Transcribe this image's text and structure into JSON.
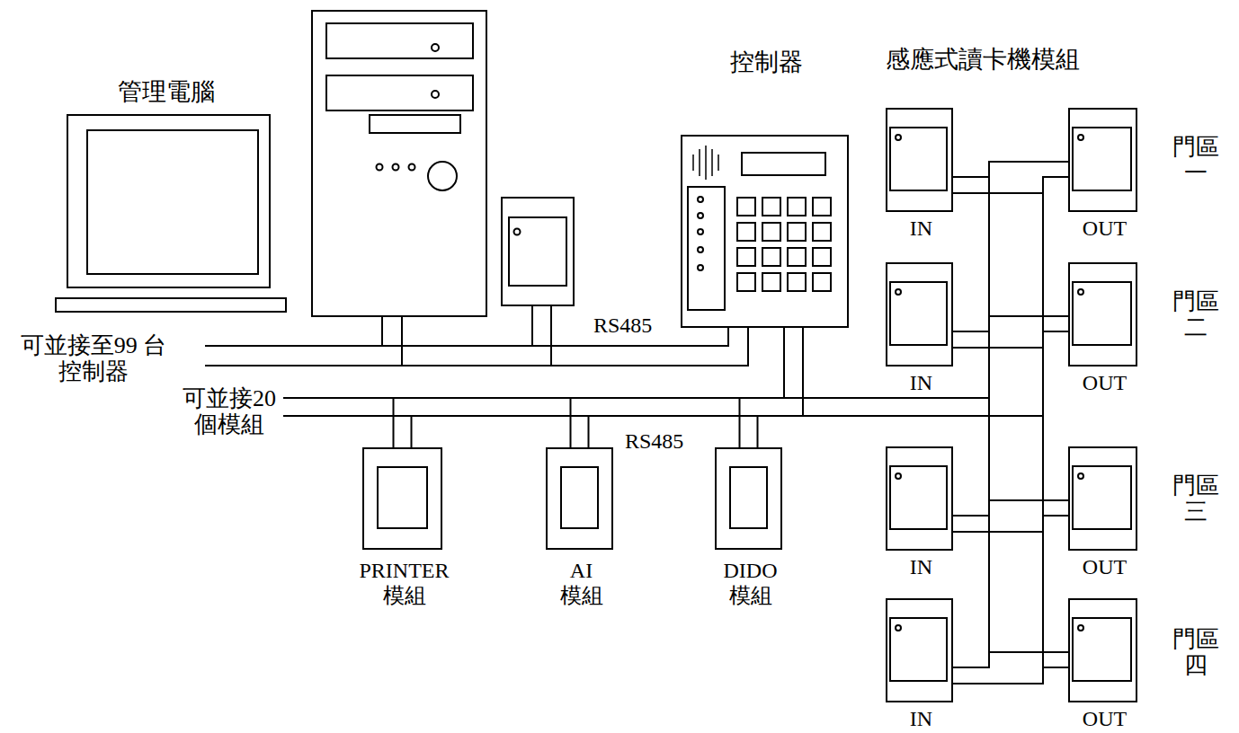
{
  "diagram": {
    "nodes": [
      {
        "text": [
          "管理電腦"
        ]
      },
      {
        "text": [
          "控制器"
        ]
      },
      {
        "text": [
          "IN"
        ]
      },
      {
        "text": [
          "OUT"
        ]
      },
      {
        "text": [
          "IN"
        ]
      },
      {
        "text": [
          "OUT"
        ]
      },
      {
        "text": [
          "IN"
        ]
      },
      {
        "text": [
          "OUT"
        ]
      },
      {
        "text": [
          "IN"
        ]
      },
      {
        "text": [
          "OUT"
        ]
      },
      {
        "text": [
          "PRINTER 模組"
        ]
      },
      {
        "text": [
          "AI 模組"
        ]
      },
      {
        "text": [
          "DIDO 模組"
        ]
      }
    ],
    "edges": [
      {
        "from": 0,
        "to": 1,
        "arrow": "none"
      },
      {
        "from": 1,
        "to": 2,
        "arrow": "none"
      },
      {
        "from": 1,
        "to": 3,
        "arrow": "none"
      },
      {
        "from": 1,
        "to": 4,
        "arrow": "none"
      },
      {
        "from": 1,
        "to": 5,
        "arrow": "none"
      },
      {
        "from": 1,
        "to": 6,
        "arrow": "none"
      },
      {
        "from": 1,
        "to": 7,
        "arrow": "none"
      },
      {
        "from": 1,
        "to": 8,
        "arrow": "none"
      },
      {
        "from": 1,
        "to": 9,
        "arrow": "none"
      },
      {
        "from": 1,
        "to": 10,
        "arrow": "none"
      },
      {
        "from": 1,
        "to": 11,
        "arrow": "none"
      },
      {
        "from": 1,
        "to": 12,
        "arrow": "none"
      }
    ],
    "labels": [
      "可並接至99 台 控制器",
      "RS485",
      "可並接20 個模組",
      "RS485",
      "感應式讀卡機模組",
      "門區 一",
      "門區 二",
      "門區 三",
      "門區 四"
    ]
  }
}
